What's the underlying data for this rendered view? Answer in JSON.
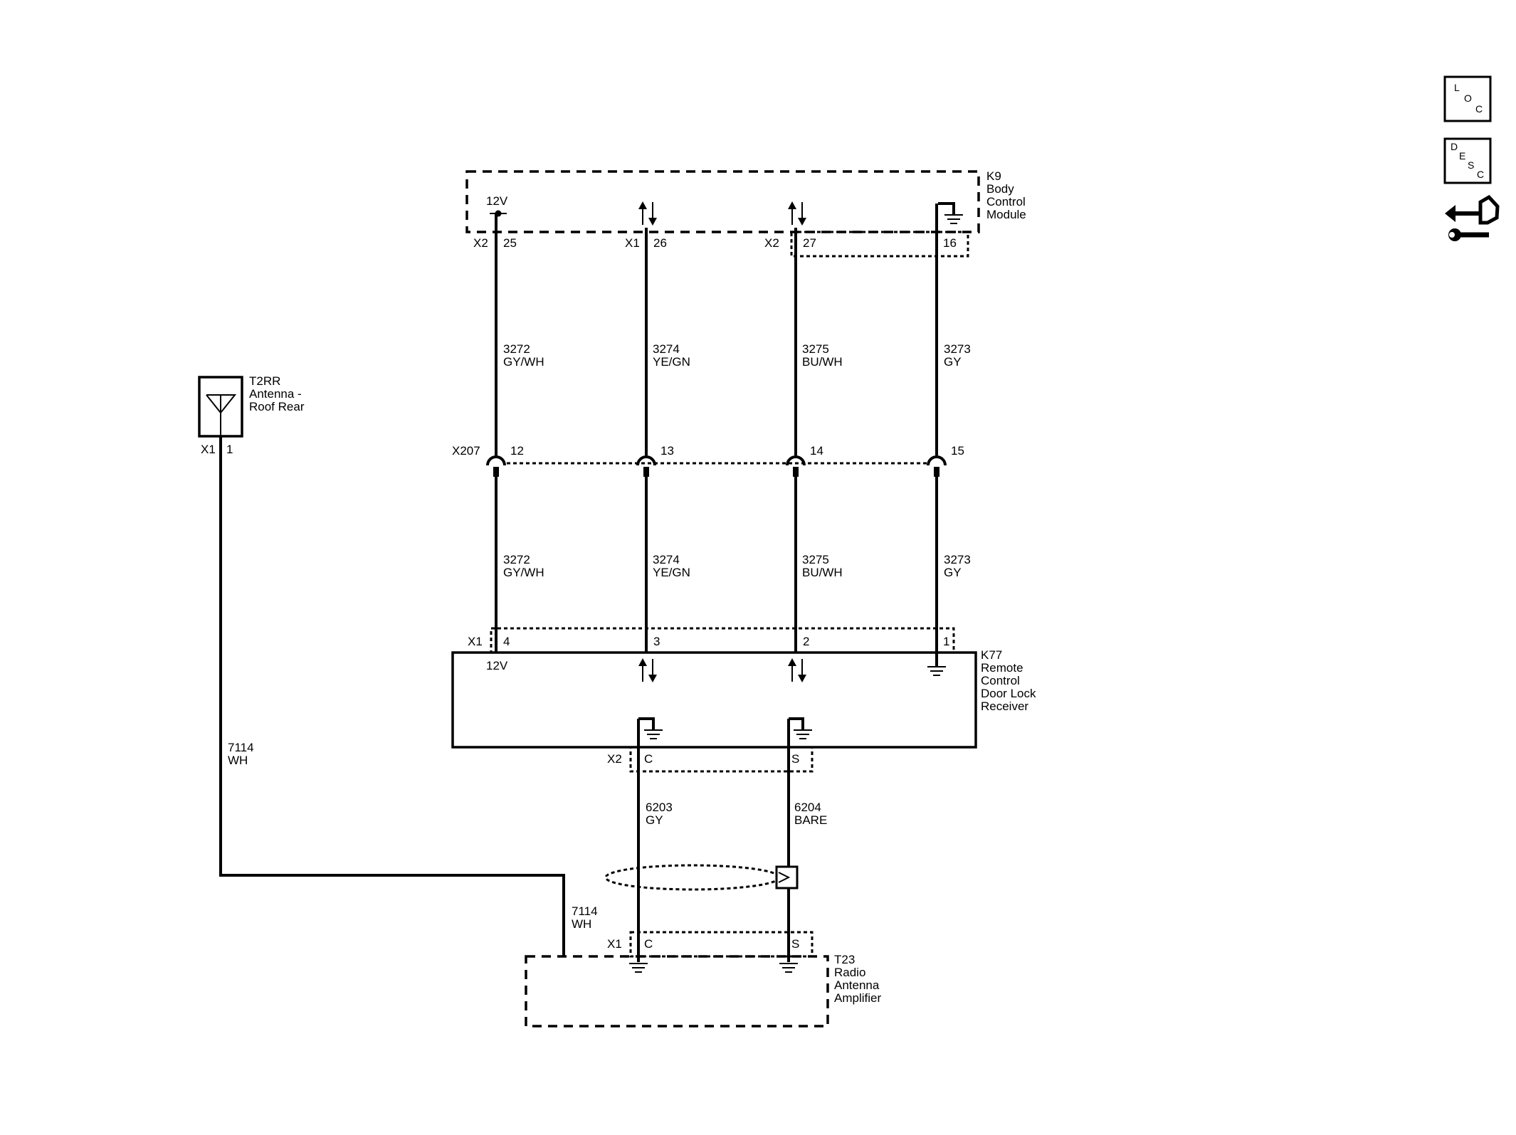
{
  "modules": {
    "k9": {
      "label": [
        "K9",
        "Body",
        "Control",
        "Module"
      ],
      "voltage": "12V"
    },
    "k77": {
      "label": [
        "K77",
        "Remote",
        "Control",
        "Door Lock",
        "Receiver"
      ],
      "voltage": "12V"
    },
    "t23": {
      "label": [
        "T23",
        "Radio",
        "Antenna",
        "Amplifier"
      ]
    },
    "t2rr": {
      "label": [
        "T2RR",
        "Antenna -",
        "Roof Rear"
      ]
    }
  },
  "k9_pins": [
    {
      "connector": "X2",
      "pin": "25"
    },
    {
      "connector": "X1",
      "pin": "26"
    },
    {
      "connector": "X2",
      "pin": "27"
    },
    {
      "connector": "",
      "pin": "16"
    }
  ],
  "inline_connector": {
    "name": "X207",
    "pins": [
      "12",
      "13",
      "14",
      "15"
    ]
  },
  "k77_pins": {
    "connector": "X1",
    "pins": [
      "4",
      "3",
      "2",
      "1"
    ]
  },
  "circuits_upper": [
    {
      "num": "3272",
      "color": "GY/WH"
    },
    {
      "num": "3274",
      "color": "YE/GN"
    },
    {
      "num": "3275",
      "color": "BU/WH"
    },
    {
      "num": "3273",
      "color": "GY"
    }
  ],
  "circuits_lower": [
    {
      "num": "3272",
      "color": "GY/WH"
    },
    {
      "num": "3274",
      "color": "YE/GN"
    },
    {
      "num": "3275",
      "color": "BU/WH"
    },
    {
      "num": "3273",
      "color": "GY"
    }
  ],
  "k77_x2": {
    "connector": "X2",
    "pins": [
      "C",
      "S"
    ]
  },
  "coax_circuits": [
    {
      "num": "6203",
      "color": "GY"
    },
    {
      "num": "6204",
      "color": "BARE"
    }
  ],
  "t23_x1": {
    "connector": "X1",
    "pins": [
      "C",
      "S"
    ]
  },
  "t2rr_pin": {
    "connector": "X1",
    "pin": "1"
  },
  "antenna_circuit_1": {
    "num": "7114",
    "color": "WH"
  },
  "antenna_circuit_2": {
    "num": "7114",
    "color": "WH"
  },
  "side_icons": {
    "loc": [
      "L",
      "O",
      "C"
    ],
    "desc": [
      "D",
      "E",
      "S",
      "C"
    ],
    "connector_icon": "connector-wrench-icon"
  }
}
